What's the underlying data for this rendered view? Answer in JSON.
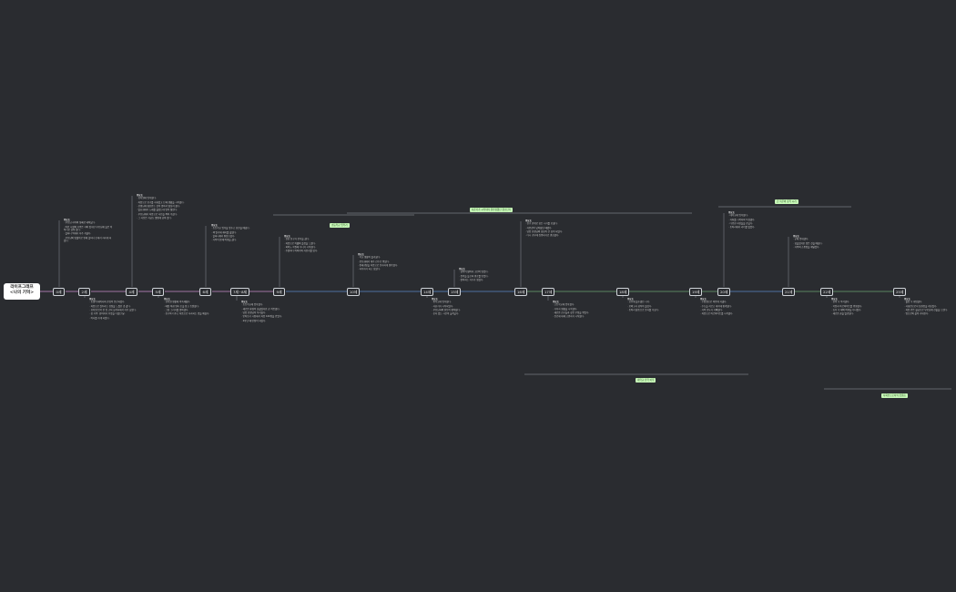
{
  "root": {
    "line1": "라이프그래프",
    "line2": "<나의 기억>"
  },
  "colors": {
    "bg": "#2a2c30",
    "line_pink": "#c58ac9",
    "line_blue": "#5a86c7",
    "line_green": "#6aa070",
    "tag_bg": "#c6f7b7"
  },
  "nodes": [
    "0세",
    "2세",
    "4세",
    "5세",
    "6세",
    "7세~8세",
    "9세",
    "10세",
    "14세",
    "15세",
    "16세",
    "17세",
    "18세",
    "19세",
    "20세",
    "21세",
    "22세",
    "25세"
  ],
  "tags": [
    "초등학교 입학기",
    "사춘기가 시작되며 불안정했던 청소년기",
    "대학교 진학 이후",
    "군 복무와 휴학 시기",
    "사회인으로서의 첫걸음"
  ],
  "notes": [
    {
      "hd": "중요도",
      "lines": [
        "부모님 사이의 첫째로 태어났다.",
        "어린 시절의 기억은 거의 없지만 부모님께 들은 이야기로 남아 있다.",
        "할머니 댁에서 자주 지냈다.",
        "부모님의 맞벌이로 인해 할머니 손에서 자라게 되었다."
      ]
    },
    {
      "hd": "중요도",
      "lines": [
        "동생이 태어나며 관심이 분산되었다.",
        "처음으로 질투라는 감정을 느꼈던 것 같다.",
        "유치원 입학 전 집 근처 놀이터에서 자주 놀았다.",
        "첫 기억: 넘어져서 무릎을 다쳤던 날.",
        "이사를 가게 되었다."
      ]
    },
    {
      "hd": "중요도",
      "lines": [
        "유치원에 입학했다.",
        "처음으로 친구를 사귀었고 단체 생활을 시작했다.",
        "선생님께 칭찬받는 것이 좋아서 열심히 했다.",
        "발표회에서 노래를 불렀는데 많이 떨렸다.",
        "부모님께서 처음으로 사진을 찍어 주셨다.",
        "그 사진은 지금도 앨범에 남아 있다."
      ]
    },
    {
      "hd": "중요도",
      "lines": [
        "유치원 생활에 익숙해졌다.",
        "매일 아침 엄마 손을 잡고 등원했다.",
        "그림 그리기를 좋아했다.",
        "친구와 다투고 처음으로 사과하는 법을 배웠다."
      ]
    },
    {
      "hd": "중요도",
      "lines": [
        "초등학교 입학을 앞두고 한글을 배웠다.",
        "책 읽기에 재미를 붙였다.",
        "할머니께서 편찮으셨다.",
        "가족이 함께 여행을 갔다."
      ]
    },
    {
      "hd": "중요도",
      "lines": [
        "초등학교에 입학했다.",
        "새로운 환경이 낯설었지만 곧 적응했다.",
        "담임 선생님이 무서웠다.",
        "받아쓰기 시험에서 처음 100점을 받았다.",
        "2학년 때 반장이 되었다."
      ]
    },
    {
      "hd": "중요도",
      "lines": [
        "친한 친구가 전학을 갔다.",
        "처음으로 이별의 슬픔을 느꼈다.",
        "피아노 학원에 다니기 시작했다.",
        "주말마다 아버지와 자전거를 탔다."
      ]
    },
    {
      "hd": "중요도",
      "lines": [
        "학교 생활이 즐거웠다.",
        "운동회에서 계주 선수로 뛰었다.",
        "장래희망을 처음으로 진지하게 생각했다.",
        "과학자가 되고 싶었다."
      ]
    },
    {
      "hd": "중요도",
      "lines": [
        "중학교에 입학했다.",
        "사춘기가 시작되었다.",
        "부모님과의 갈등이 잦아졌다.",
        "혼자 있는 시간이 늘어났다."
      ]
    },
    {
      "hd": "중요도",
      "lines": [
        "성적이 떨어져 고민이 많았다.",
        "음악을 들으며 위로를 받았다.",
        "좋아하는 가수가 생겼다."
      ]
    },
    {
      "hd": "중요도",
      "lines": [
        "친구 관계로 힘든 시기를 보냈다.",
        "자존감이 낮아졌던 때였다.",
        "담임 선생님의 상담이 큰 힘이 되었다.",
        "다시 공부에 집중하기로 결심했다."
      ]
    },
    {
      "hd": "중요도",
      "lines": [
        "고등학교에 입학했다.",
        "기숙사 생활을 시작했다.",
        "새로운 친구들과 깊은 우정을 쌓았다.",
        "진로에 대해 고민하기 시작했다."
      ]
    },
    {
      "hd": "중요도",
      "lines": [
        "공부에 몰두했던 시기.",
        "모의고사 성적이 올랐다.",
        "동아리 활동으로 봉사를 다녔다."
      ]
    },
    {
      "hd": "중요도",
      "lines": [
        "수험생으로 바쁘게 지냈다.",
        "수능을 치르고 대학에 합격했다.",
        "가족 모두가 기뻐했다.",
        "처음으로 아르바이트를 시작했다."
      ]
    },
    {
      "hd": "중요도",
      "lines": [
        "대학교에 입학했다.",
        "자취를 시작하며 독립했다.",
        "다양한 사람들을 만났다.",
        "동아리에서 리더를 맡았다."
      ]
    },
    {
      "hd": "중요도",
      "lines": [
        "군에 입대했다.",
        "힘들었지만 많은 것을 배웠다.",
        "가족의 소중함을 깨달았다."
      ]
    },
    {
      "hd": "중요도",
      "lines": [
        "전역 후 복학했다.",
        "학업과 아르바이트를 병행했다.",
        "휴학 후 해외 여행을 다녀왔다.",
        "새로운 꿈을 발견했다."
      ]
    },
    {
      "hd": "중요도",
      "lines": [
        "졸업 후 취업했다.",
        "사회인으로서 첫걸음을 내딛었다.",
        "처음 받은 월급으로 부모님께 선물을 드렸다.",
        "앞으로의 삶이 기대된다."
      ]
    }
  ]
}
